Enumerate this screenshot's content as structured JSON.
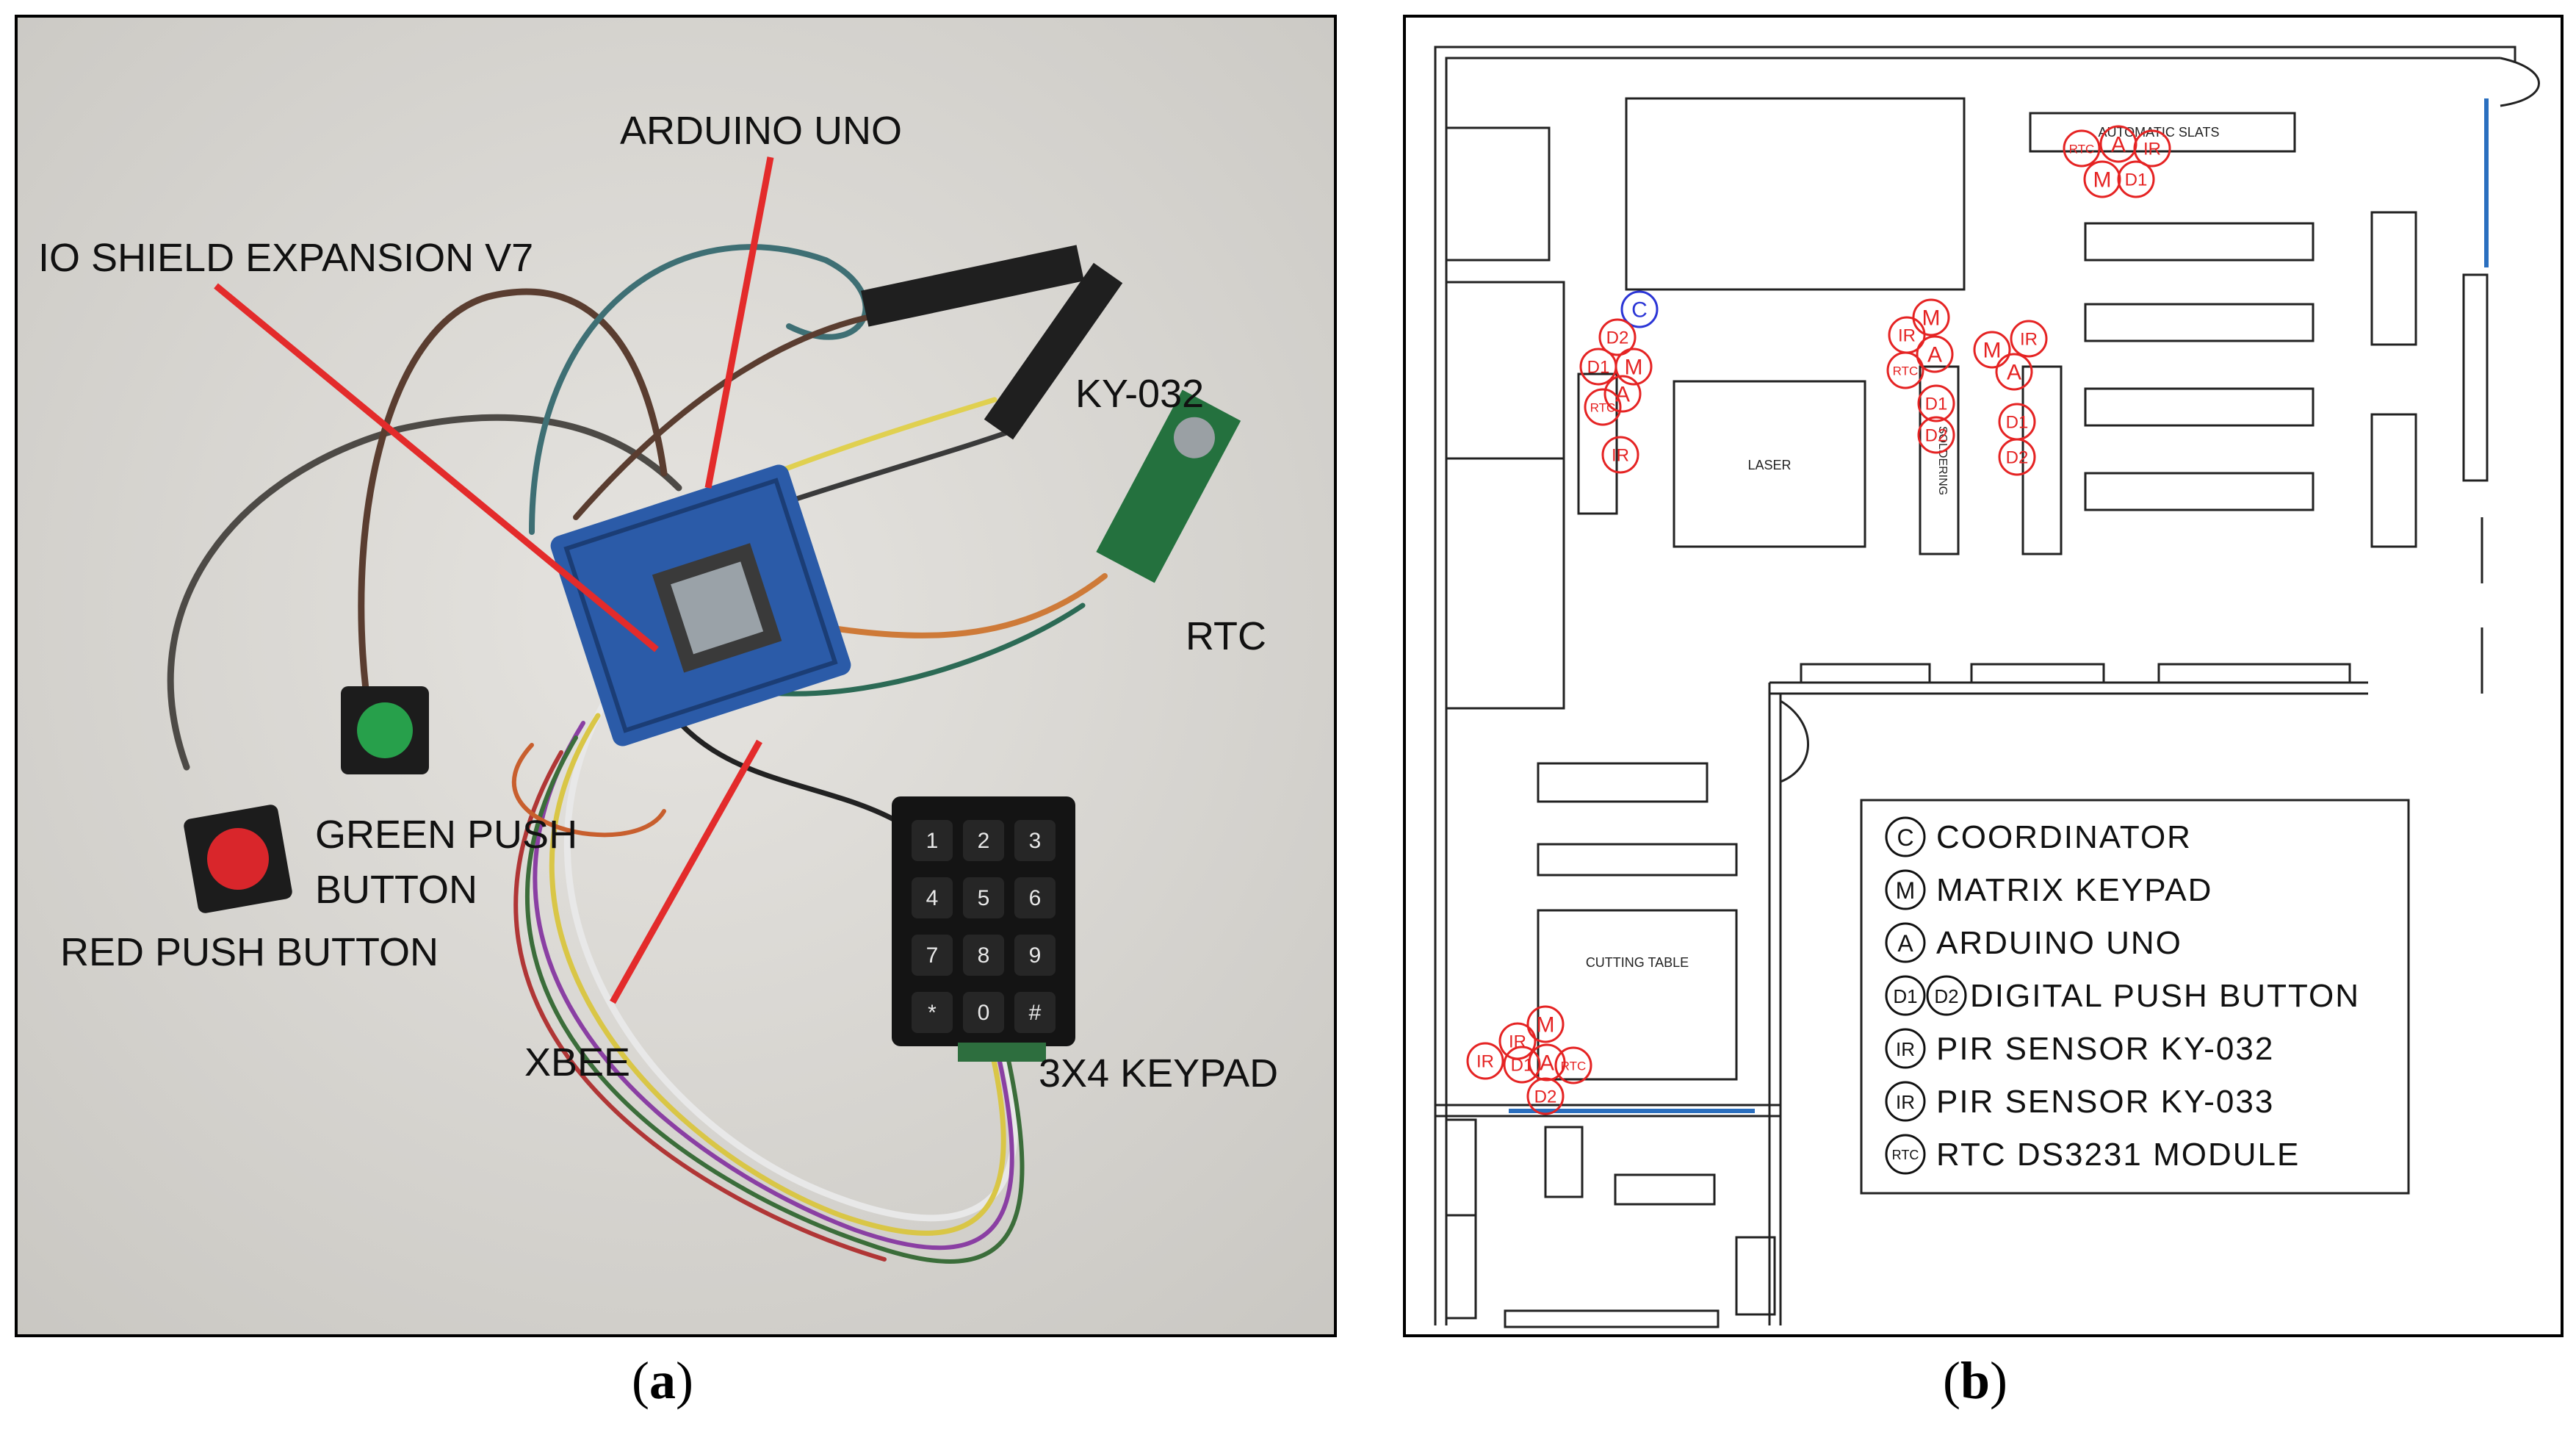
{
  "photo": {
    "labels": {
      "arduino": "ARDUINO UNO",
      "io_shield": "IO SHIELD EXPANSION V7",
      "ky032": "KY-032",
      "rtc": "RTC",
      "green_1": "GREEN PUSH",
      "green_2": "BUTTON",
      "red": "RED PUSH BUTTON",
      "xbee": "XBEE",
      "keypad": "3X4 KEYPAD"
    },
    "keypad_keys": [
      "1",
      "2",
      "3",
      "4",
      "5",
      "6",
      "7",
      "8",
      "9",
      "*",
      "0",
      "#"
    ]
  },
  "plan": {
    "room_labels": {
      "slats": "AUTOMATIC SLATS",
      "laser": "LASER",
      "soldering": "SOLDERING",
      "cutting": "CUTTING TABLE"
    },
    "legend": [
      {
        "symbol": "C",
        "text": "COORDINATOR"
      },
      {
        "symbol": "M",
        "text": "MATRIX KEYPAD"
      },
      {
        "symbol": "A",
        "text": "ARDUINO UNO"
      },
      {
        "symbol": "D1",
        "symbol2": "D2",
        "text": "DIGITAL PUSH BUTTON"
      },
      {
        "symbol": "IR",
        "text": "PIR SENSOR KY-032"
      },
      {
        "symbol": "IR",
        "text": "PIR SENSOR KY-033"
      },
      {
        "symbol": "RTC",
        "text": "RTC DS3231 MODULE"
      }
    ],
    "badge_color": "#e52323",
    "coordinator_color": "#2b35d6"
  },
  "captions": {
    "a_open": "(",
    "a": "a",
    "a_close": ")",
    "b_open": "(",
    "b": "b",
    "b_close": ")"
  }
}
